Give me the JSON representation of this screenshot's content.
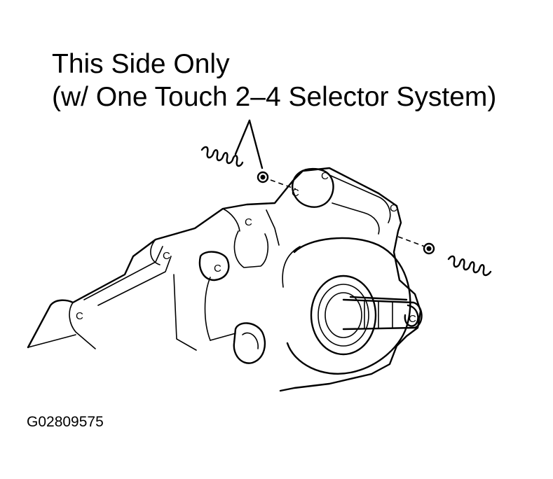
{
  "callout": {
    "line1": "This Side Only",
    "line2": "(w/ One Touch 2–4 Selector System)"
  },
  "figure_id": "G02809575",
  "diagram": {
    "bolt_label": "C",
    "icons": [
      "spring-icon",
      "check-ball-icon",
      "transfer-case-housing-icon",
      "output-shaft-icon"
    ]
  }
}
